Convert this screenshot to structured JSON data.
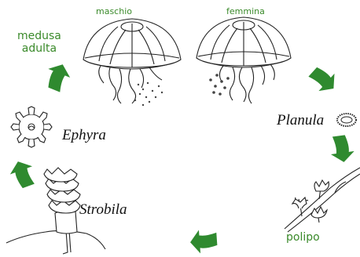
{
  "labels": {
    "maschio": "maschio",
    "femmina": "femmina",
    "medusa_line1": "medusa",
    "medusa_line2": "adulta",
    "planula": "Planula",
    "ephyra": "Ephyra",
    "strobila": "Strobila",
    "polipo": "polipo"
  },
  "colors": {
    "label_green": "#3a8a2a",
    "arrow_green": "#2f8a2f",
    "ink": "#222222"
  },
  "icons": [
    "arrow-icon",
    "male-medusa-icon",
    "female-medusa-icon",
    "planula-icon",
    "polyp-icon",
    "strobila-icon",
    "ephyra-icon"
  ]
}
